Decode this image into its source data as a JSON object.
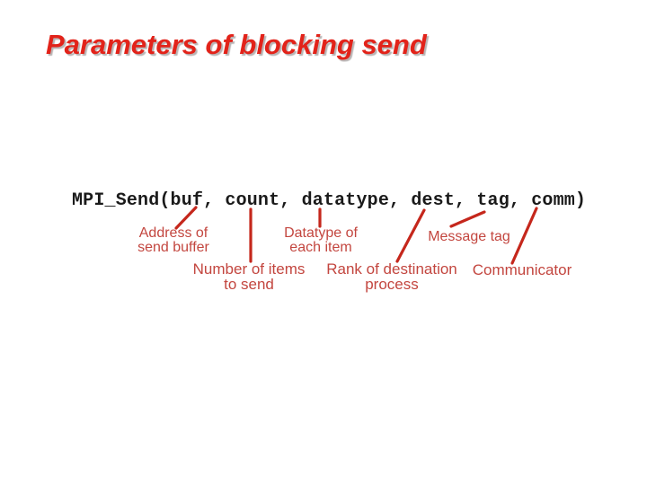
{
  "slide": {
    "title": "Parameters of blocking send",
    "code_line": "MPI_Send(buf, count, datatype, dest, tag, comm)",
    "annotations": {
      "buf": "Address of\nsend buffer",
      "count": "Number of items\nto send",
      "datatype": "Datatype of\neach item",
      "dest": "Rank of destination\nprocess",
      "tag": "Message tag",
      "comm": "Communicator"
    },
    "colors": {
      "background": "#ffffff",
      "title_red": "#e2231a",
      "title_shadow_gray": "#b8b4b4",
      "code_black": "#1a1a1a",
      "annotation_red": "#c3463f",
      "connector_red": "#c5271c"
    }
  }
}
